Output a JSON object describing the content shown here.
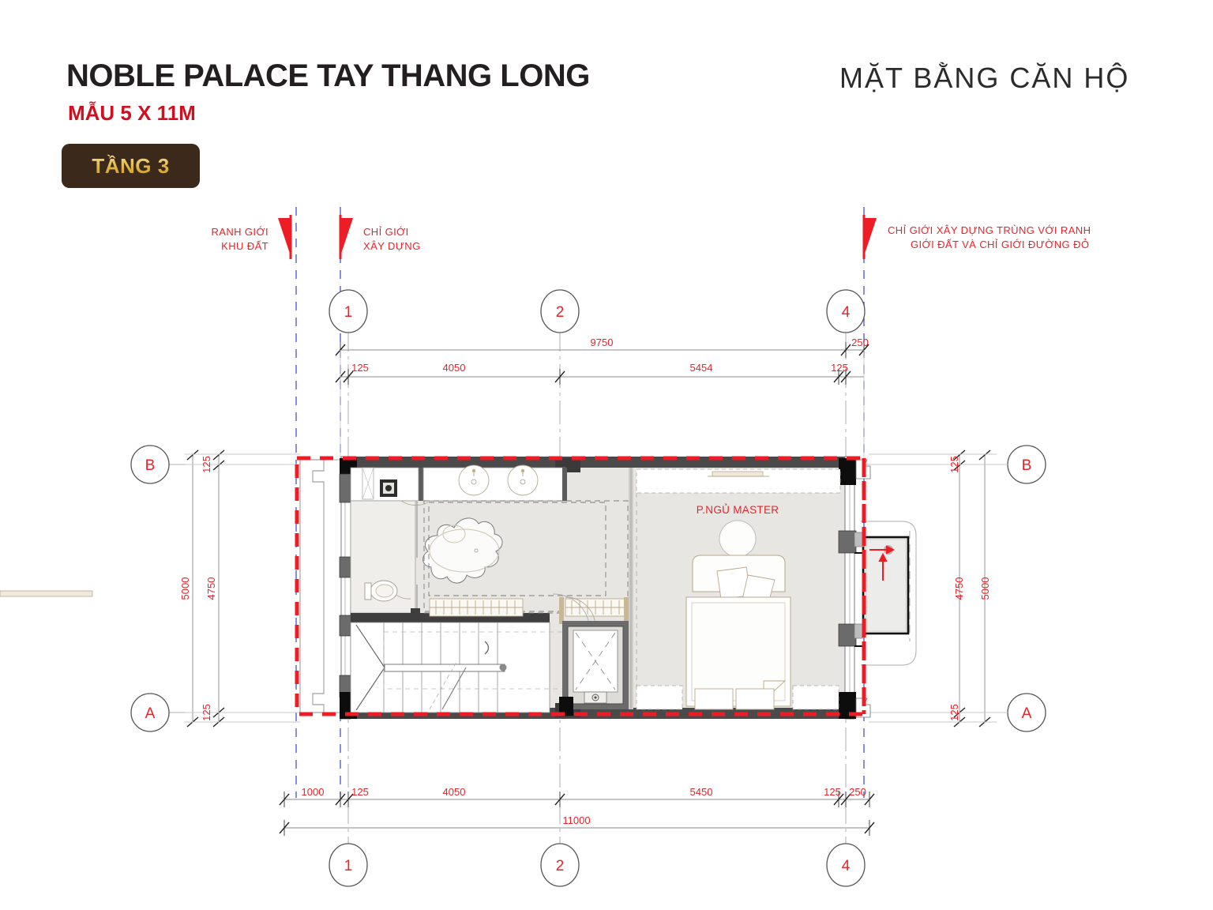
{
  "header": {
    "title": "NOBLE PALACE TAY THANG LONG",
    "subtitle": "MẪU 5 X 11M",
    "floor_badge": "TẦNG 3",
    "right_title": "MẶT BẰNG CĂN HỘ",
    "accent_red": "#cf1020",
    "badge_bg": "#3b2a1c",
    "badge_gold": "#dfae3c"
  },
  "annotations": {
    "left_1_line1": "RANH GIỚI",
    "left_1_line2": "KHU ĐẤT",
    "left_2_line1": "CHỈ GIỚI",
    "left_2_line2": "XÂY DỰNG",
    "right_line1": "CHỈ GIỚI XÂY DỰNG TRÙNG VỚI RANH",
    "right_line2": "GIỚI ĐẤT VÀ CHỈ GIỚI ĐƯỜNG ĐỎ"
  },
  "grid": {
    "columns_top": [
      "1",
      "2",
      "4"
    ],
    "columns_bottom": [
      "1",
      "2",
      "4"
    ],
    "rows_left": [
      "B",
      "A"
    ],
    "rows_right": [
      "B",
      "A"
    ]
  },
  "dimensions": {
    "top_row1": [
      "9750",
      "250"
    ],
    "top_row2": [
      "125",
      "4050",
      "5454",
      "125"
    ],
    "bottom_row1": [
      "1000",
      "125",
      "4050",
      "5450",
      "125",
      "250"
    ],
    "bottom_total": "11000",
    "left_outer": "5000",
    "left_inner": "4750",
    "left_top_small": "125",
    "left_bottom_small": "125",
    "right_outer": "5000",
    "right_inner": "4750",
    "right_top_small": "125",
    "right_bottom_small": "125"
  },
  "rooms": [
    {
      "label": "P.NGỦ MASTER"
    }
  ],
  "plan": {
    "boundary_color": "#ee1c25",
    "wall_color": "#3f3f3f",
    "floor_fill": "#e7e6e2",
    "furniture_stroke": "#b9a88c"
  }
}
